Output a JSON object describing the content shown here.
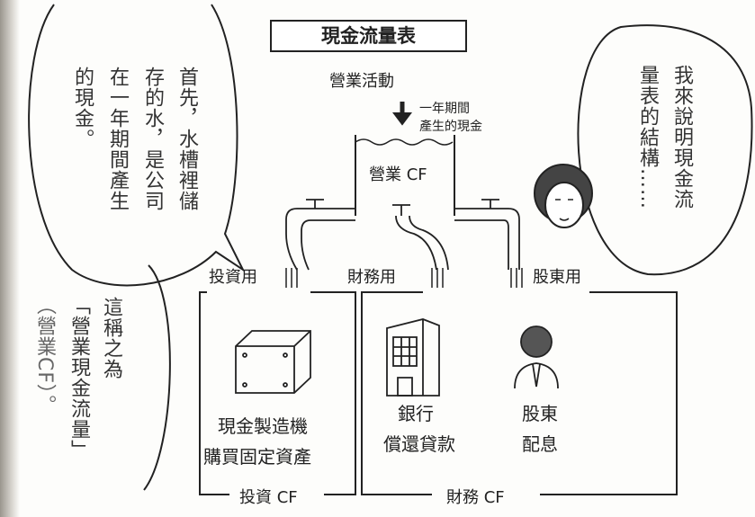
{
  "title": "現金流量表",
  "operating_activity": "營業活動",
  "arrow_note": [
    "一年期間",
    "產生的現金"
  ],
  "tank_label": "營業 CF",
  "pipe_labels": {
    "investing": "投資用",
    "financing": "財務用",
    "shareholders": "股東用"
  },
  "investing_box": {
    "item": "現金製造機",
    "desc": "購買固定資產",
    "footer": "投資 CF"
  },
  "financing_box": {
    "bank": {
      "item": "銀行",
      "desc": "償還貸款"
    },
    "shareholder": {
      "item": "股東",
      "desc": "配息"
    },
    "footer": "財務 CF"
  },
  "bubble_left": [
    "首先，水槽裡儲",
    "存的水，是公司",
    "在一年期間產生",
    "的現金。"
  ],
  "bubble_right": [
    "我來說明現金流",
    "量表的結構……"
  ],
  "bubble_bottom": [
    "這稱之為",
    "「營業現金流量」",
    "（營業CF）。"
  ]
}
